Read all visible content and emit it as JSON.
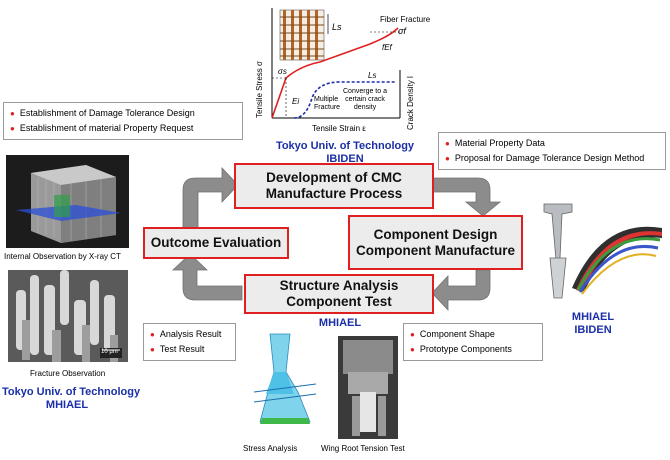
{
  "flow": {
    "box_develop": [
      "Development of CMC",
      "Manufacture Process"
    ],
    "box_design": [
      "Component Design",
      "Component Manufacture"
    ],
    "box_structure": [
      "Structure Analysis",
      "Component Test"
    ],
    "box_outcome": "Outcome Evaluation"
  },
  "notes": {
    "top_left": [
      "Establishment of Damage Tolerance Design",
      "Establishment of material Property Request"
    ],
    "top_right": [
      "Material Property Data",
      "Proposal for Damage Tolerance Design Method"
    ],
    "bottom_left": [
      "Analysis Result",
      "Test Result"
    ],
    "bottom_right": [
      "Component Shape",
      "Prototype Components"
    ]
  },
  "orgs": {
    "top": [
      "Tokyo Univ. of Technology",
      "IBIDEN"
    ],
    "right": [
      "MHIAEL",
      "IBIDEN"
    ],
    "middle": "MHIAEL",
    "left": [
      "Tokyo Univ. of Technology",
      "MHIAEL"
    ]
  },
  "captions": {
    "xray": "Internal Observation by X-ray CT",
    "fracture": "Fracture Observation",
    "stress": "Stress Analysis",
    "wing": "Wing Root Tension Test",
    "scale_bar": "10 μm"
  },
  "graph": {
    "y_left": "Tensile Stress σ",
    "y_right": "Crack Density l",
    "x_axis": "Tensile Strain ε",
    "fiber_fracture": "Fiber Fracture",
    "sigma_f": "σf",
    "f_ef": "fEf",
    "sigma_s": "σs",
    "e_i": "Ei",
    "l_s": "Ls",
    "l_s_top": "Ls",
    "multiple": [
      "Multiple",
      "Fracture"
    ],
    "converge": [
      "Converge to a",
      "certain crack",
      "density"
    ]
  },
  "colors": {
    "accent": "#e02020",
    "org_blue": "#1a2fa8",
    "box_fill": "#ececec",
    "arrow": "#8c8c8c"
  }
}
